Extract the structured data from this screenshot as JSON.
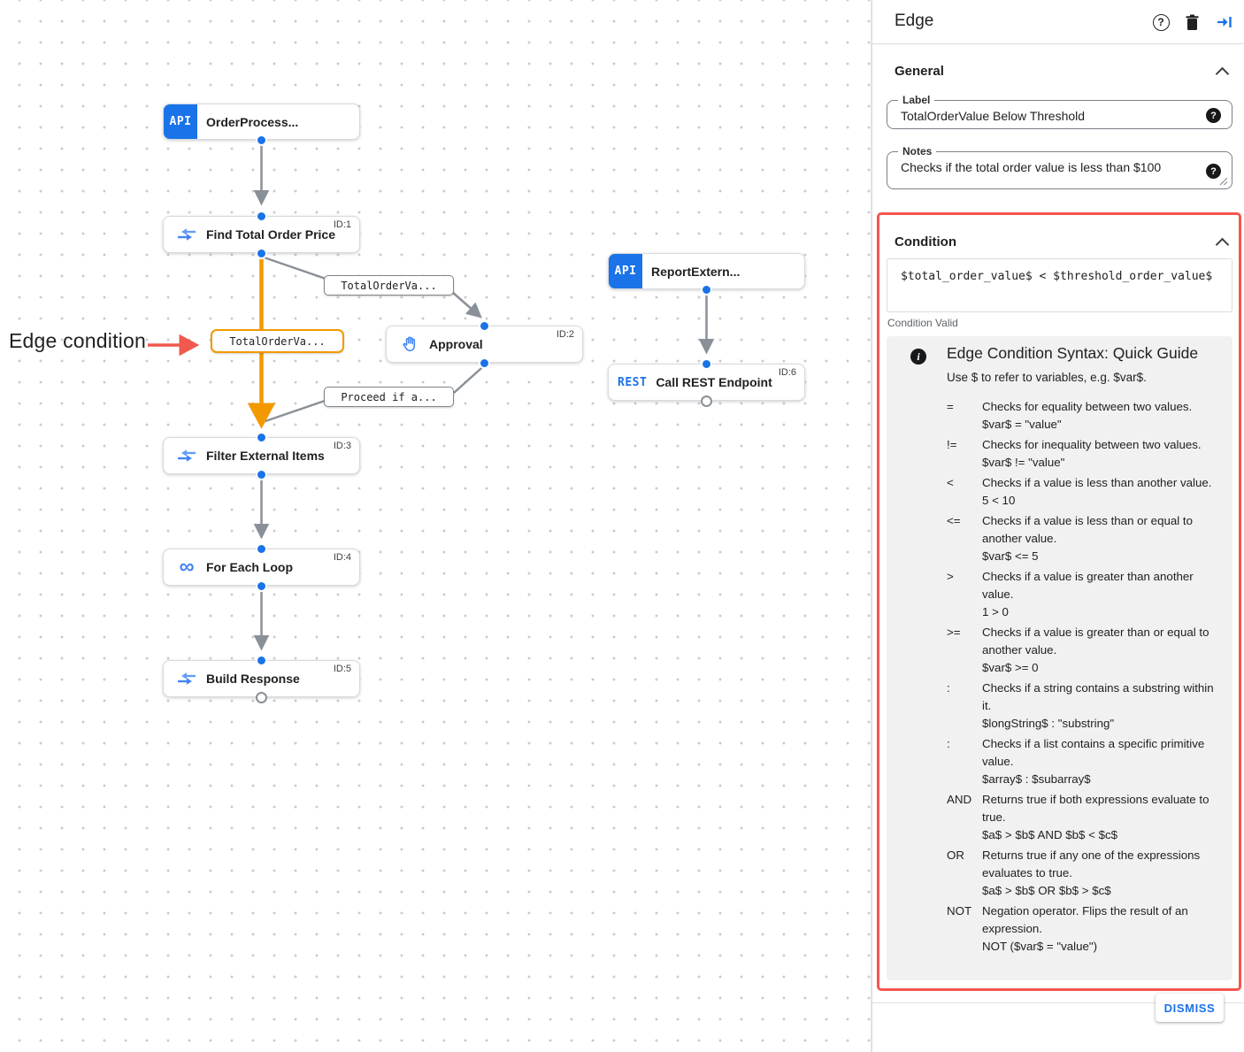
{
  "canvas": {
    "annotation": "Edge condition",
    "nodes": [
      {
        "title": "OrderProcess...",
        "id": "",
        "icon": "api"
      },
      {
        "title": "Find Total Order Price",
        "id": "ID:1",
        "icon": "data-mapping"
      },
      {
        "title": "Approval",
        "id": "ID:2",
        "icon": "hand"
      },
      {
        "title": "ReportExtern...",
        "id": "",
        "icon": "api"
      },
      {
        "title": "Call REST Endpoint",
        "id": "ID:6",
        "icon": "rest"
      },
      {
        "title": "Filter External Items",
        "id": "ID:3",
        "icon": "data-mapping"
      },
      {
        "title": "For Each Loop",
        "id": "ID:4",
        "icon": "loop"
      },
      {
        "title": "Build Response",
        "id": "ID:5",
        "icon": "data-mapping"
      }
    ],
    "edge_labels": {
      "to_approval": "TotalOrderVa...",
      "condition": "TotalOrderVa...",
      "from_approval": "Proceed if a..."
    },
    "icons": {
      "api_badge": "API",
      "rest_badge": "REST",
      "loop_glyph": "∞"
    }
  },
  "panel": {
    "title": "Edge",
    "icons": {
      "help_glyph": "?",
      "badge_help_glyph": "?",
      "info_glyph": "i"
    },
    "general": {
      "heading": "General",
      "label_field": {
        "label": "Label",
        "value": "TotalOrderValue Below Threshold"
      },
      "notes_field": {
        "label": "Notes",
        "value": "Checks if the total order value is less than $100"
      }
    },
    "condition": {
      "heading": "Condition",
      "expression": "$total_order_value$ < $threshold_order_value$",
      "status": "Condition Valid",
      "guide": {
        "title": "Edge Condition Syntax: Quick Guide",
        "subtitle": "Use $ to refer to variables, e.g. $var$.",
        "rows": [
          {
            "op": "=",
            "desc": "Checks for equality between two values.",
            "example": "$var$ = \"value\""
          },
          {
            "op": "!=",
            "desc": "Checks for inequality between two values.",
            "example": "$var$ != \"value\""
          },
          {
            "op": "<",
            "desc": "Checks if a value is less than another value.",
            "example": "5 < 10"
          },
          {
            "op": "<=",
            "desc": "Checks if a value is less than or equal to another value.",
            "example": "$var$ <= 5"
          },
          {
            "op": ">",
            "desc": "Checks if a value is greater than another value.",
            "example": "1 > 0"
          },
          {
            "op": ">=",
            "desc": "Checks if a value is greater than or equal to another value.",
            "example": "$var$ >= 0"
          },
          {
            "op": ":",
            "desc": "Checks if a string contains a substring within it.",
            "example": "$longString$ : \"substring\""
          },
          {
            "op": ":",
            "desc": "Checks if a list contains a specific primitive value.",
            "example": "$array$ : $subarray$"
          },
          {
            "op": "AND",
            "desc": "Returns true if both expressions evaluate to true.",
            "example": "$a$ > $b$ AND $b$ < $c$"
          },
          {
            "op": "OR",
            "desc": "Returns true if any one of the expressions evaluates to true.",
            "example": "$a$ > $b$ OR $b$ > $c$"
          },
          {
            "op": "NOT",
            "desc": "Negation operator. Flips the result of an expression.",
            "example": "NOT ($var$ = \"value\")"
          }
        ]
      }
    },
    "dismiss_label": "DISMISS"
  },
  "colors": {
    "accent_blue": "#1a73e8",
    "icon_blue": "#4285f4",
    "edge_orange": "#f29900",
    "highlight_red": "#f4564d",
    "edge_gray": "#9aa0a6",
    "guide_bg": "#f1f1f1"
  }
}
